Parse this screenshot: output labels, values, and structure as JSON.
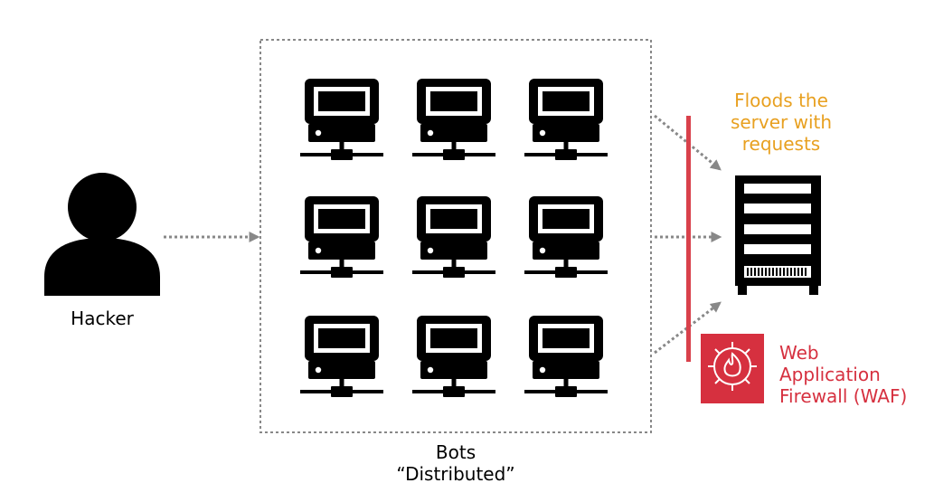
{
  "hacker": {
    "label": "Hacker",
    "icon": "user-icon"
  },
  "bots": {
    "label_line1": "Bots",
    "label_line2": "“Distributed”",
    "count": 9,
    "icon": "computer-terminal-icon"
  },
  "flood": {
    "line1": "Floods the",
    "line2": "server with",
    "line3": "requests",
    "color": "#e8a020"
  },
  "server": {
    "icon": "server-rack-icon"
  },
  "waf": {
    "line1": "Web",
    "line2": "Application",
    "line3": "Firewall (WAF)",
    "color": "#d6303f",
    "icon": "firewall-icon"
  },
  "colors": {
    "arrow": "#888888",
    "barrier": "#d9414b",
    "ink": "#000000"
  }
}
